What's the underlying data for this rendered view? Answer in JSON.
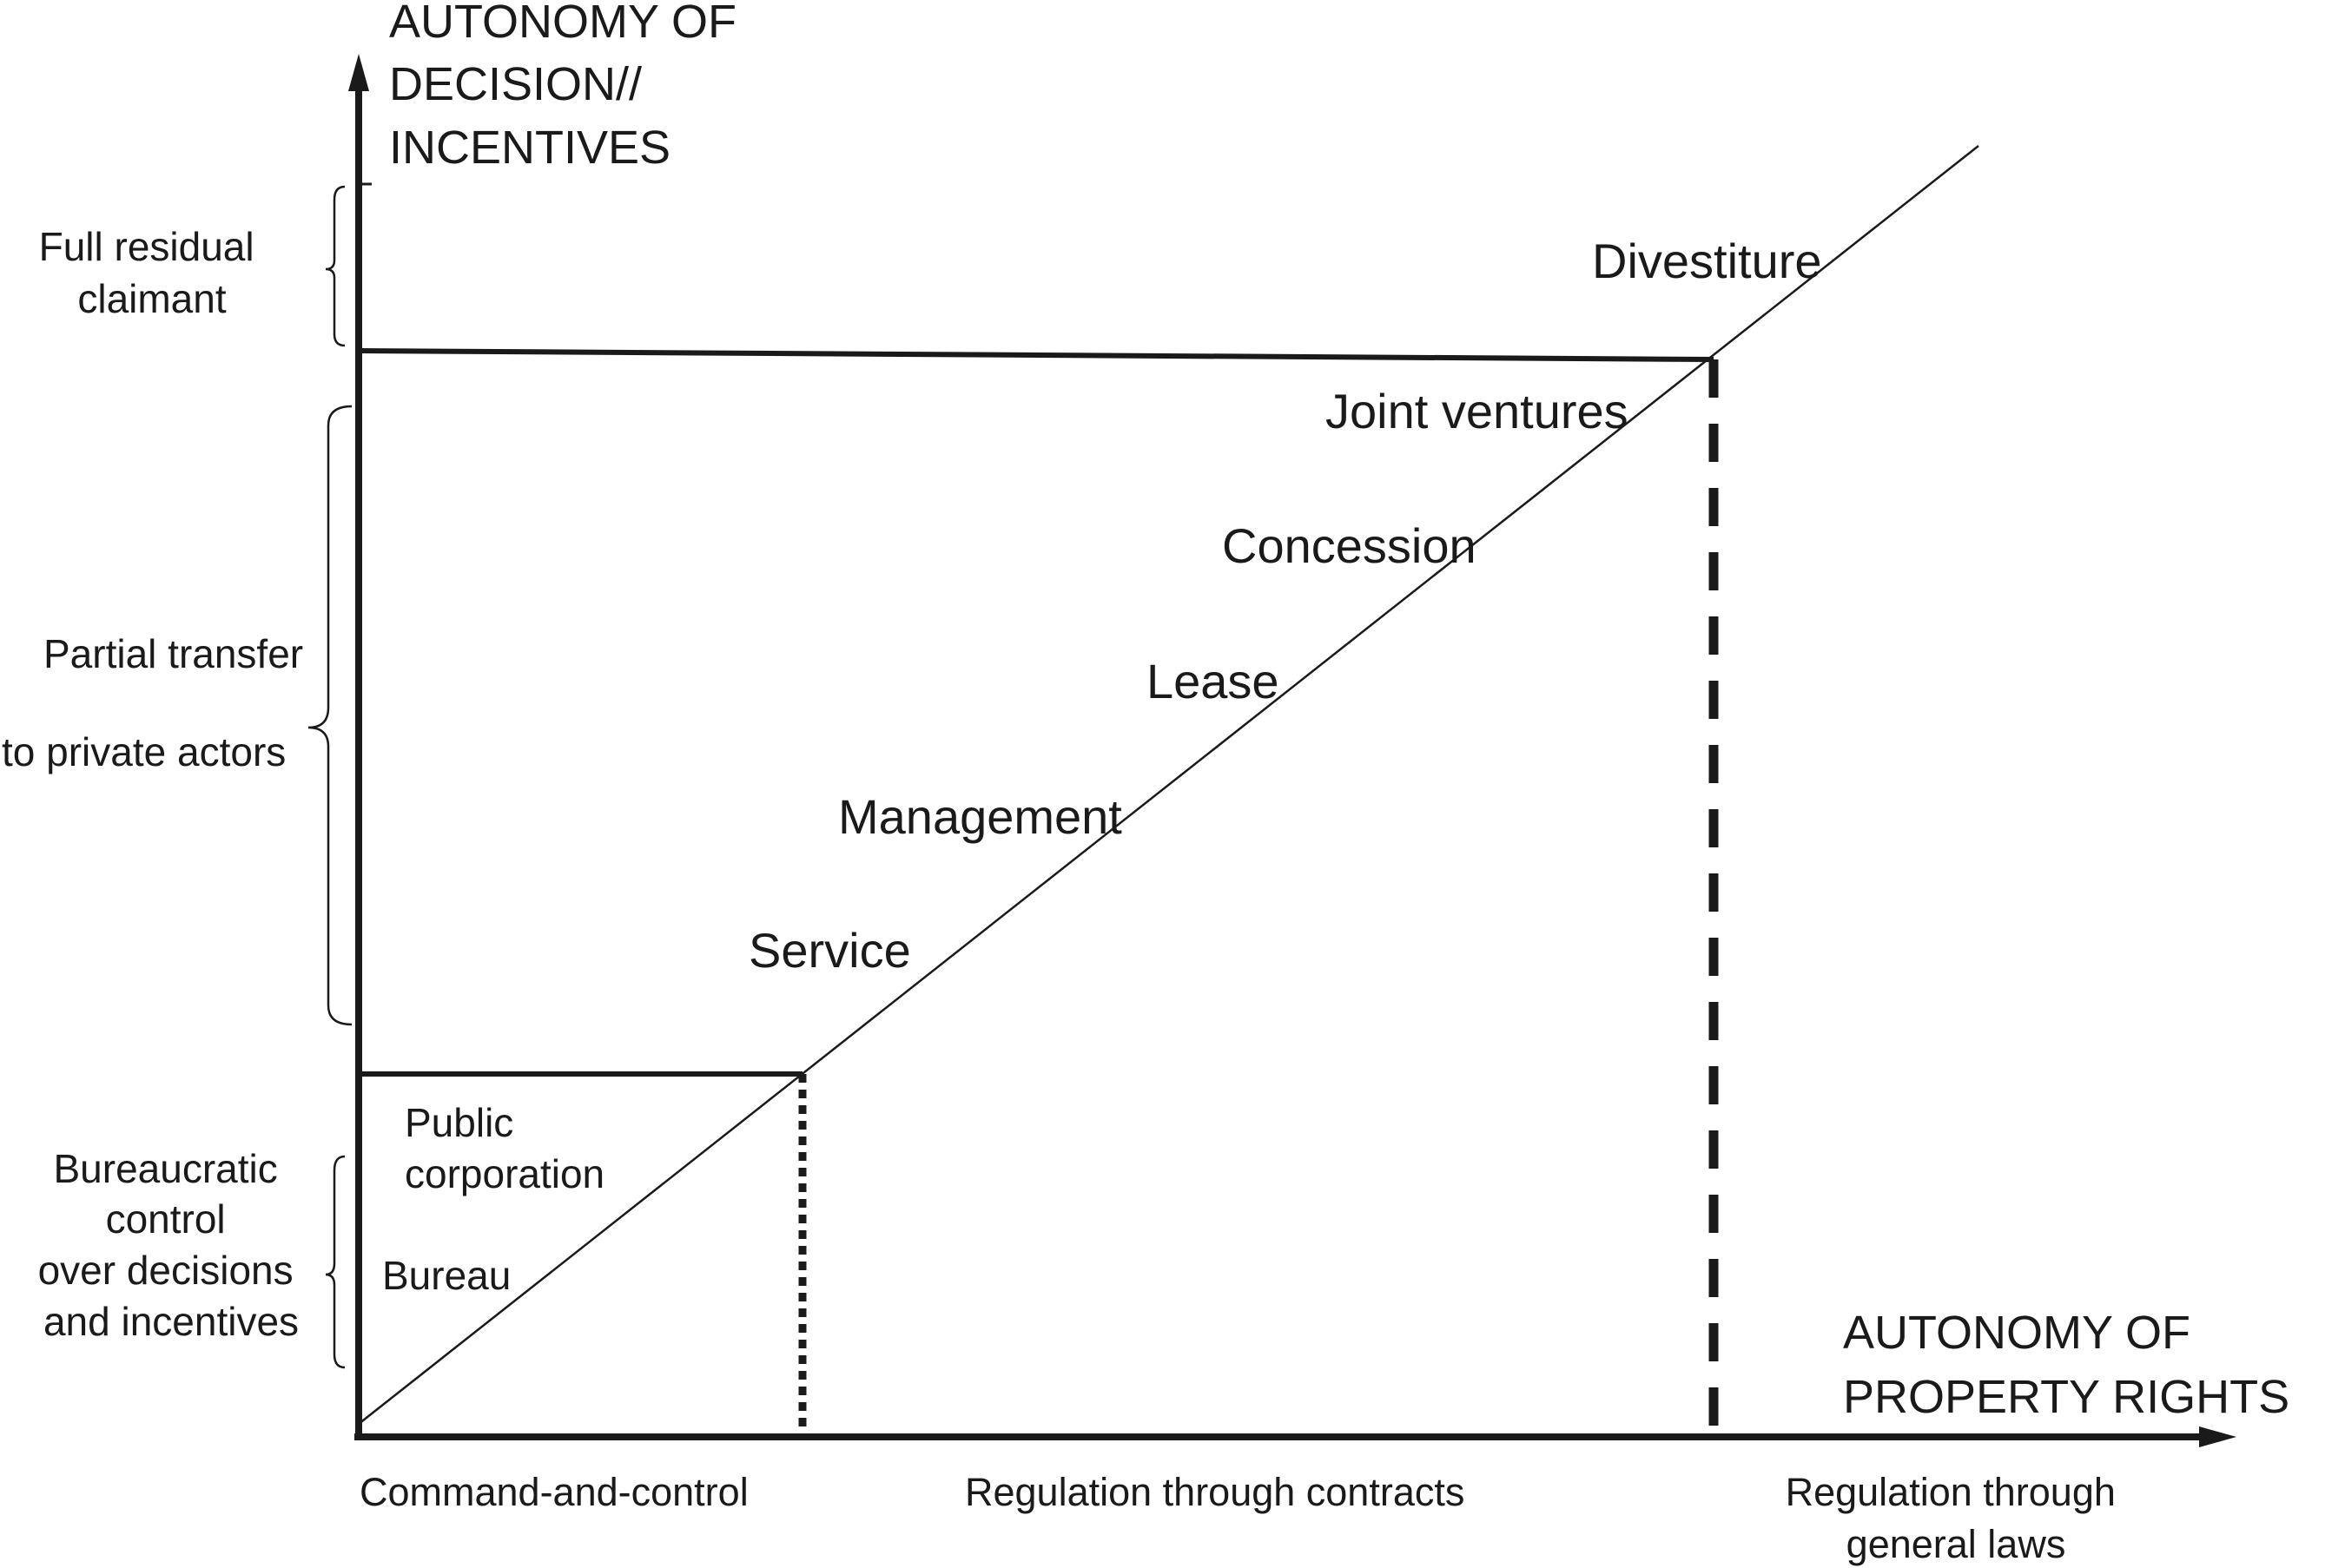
{
  "axes": {
    "y_title": [
      "AUTONOMY OF",
      "DECISION//",
      "INCENTIVES"
    ],
    "x_title": [
      "AUTONOMY OF",
      "PROPERTY RIGHTS"
    ]
  },
  "left_brackets": {
    "full_residual": [
      "Full residual",
      "claimant"
    ],
    "partial_transfer": [
      "Partial transfer",
      "to private actors"
    ],
    "bureaucratic": [
      "Bureaucratic",
      "control",
      "over decisions",
      "and incentives"
    ]
  },
  "stages": {
    "bureau": "Bureau",
    "public_corporation": [
      "Public",
      "corporation"
    ],
    "service": "Service",
    "management": "Management",
    "lease": "Lease",
    "concession": "Concession",
    "joint_ventures": "Joint ventures",
    "divestiture": "Divestiture"
  },
  "regimes": {
    "command": "Command-and-control",
    "contracts": "Regulation through contracts",
    "general_laws": [
      "Regulation through",
      "general laws"
    ]
  },
  "colors": {
    "ink": "#1a1a1a",
    "background": "#ffffff"
  }
}
